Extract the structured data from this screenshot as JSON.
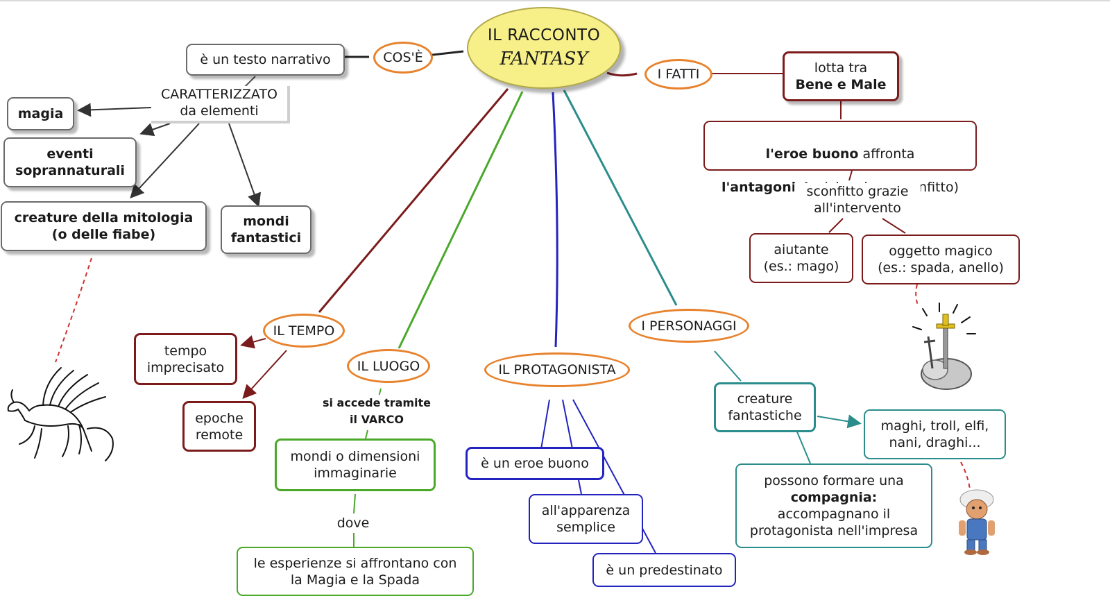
{
  "root": {
    "line1": "IL RACCONTO",
    "line2": "FANTASY"
  },
  "ovals": {
    "cose": "COS'È",
    "fatti": "I FATTI",
    "tempo": "IL TEMPO",
    "luogo": "IL LUOGO",
    "protagonista": "IL PROTAGONISTA",
    "personaggi": "I PERSONAGGI"
  },
  "nodes": {
    "testo_narrativo": "è un testo narrativo",
    "magia": "magia",
    "eventi": "eventi\nsoprannaturali",
    "creature_mitologia": "creature della mitologia\n(o delle fiabe)",
    "mondi_fantastici": "mondi\nfantastici",
    "lotta": {
      "pre": "lotta tra",
      "bold": "Bene e Male"
    },
    "eroe_affronta": {
      "b1": "l'eroe buono",
      "t1": " affronta",
      "b2": "l'antagonista",
      "t2": " (che viene sconfitto)"
    },
    "aiutante": "aiutante\n(es.: mago)",
    "oggetto": "oggetto magico\n(es.: spada, anello)",
    "tempo_imprecisato": "tempo\nimprecisato",
    "epoche": "epoche\nremote",
    "mondi_dimensioni": "mondi o dimensioni\nimmaginarie",
    "esperienze": "le esperienze si affrontano con\nla Magia e la Spada",
    "eroe_buono": "è un eroe buono",
    "apparenza": "all'apparenza\nsemplice",
    "predestinato": "è un predestinato",
    "creature_fantastiche": "creature\nfantastiche",
    "maghi": "maghi, troll, elfi,\nnani, draghi...",
    "compagnia": {
      "t1": "possono formare una",
      "b1": "compagnia:",
      "t2": "accompagnano il\nprotagonista nell'impresa"
    }
  },
  "labels": {
    "caratterizzato": "CARATTERIZZATO\nda elementi",
    "sconfitto": "sconfitto grazie\nall'intervento",
    "varco": "si accede tramite\nil VARCO",
    "dove": "dove"
  },
  "images": [
    "pegasus-illustration",
    "sword-in-stone-illustration",
    "troll-illustration"
  ],
  "colors": {
    "oval_border": "#e8822c",
    "root_fill": "#f7f088",
    "maroon": "#7b1b1b",
    "green": "#4aa82a",
    "blue": "#2323c0",
    "teal": "#2b8c8c",
    "grey": "#6a6a6a"
  }
}
